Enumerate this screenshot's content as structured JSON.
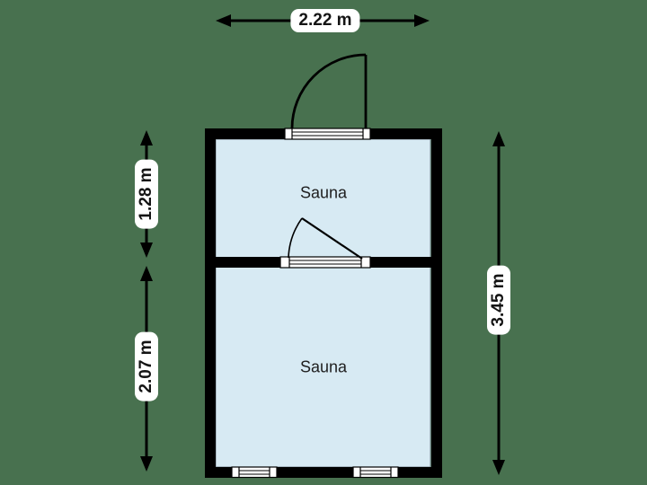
{
  "floorplan": {
    "rooms": [
      {
        "label": "Sauna",
        "position": "upper"
      },
      {
        "label": "Sauna",
        "position": "lower"
      }
    ],
    "dimensions": {
      "top_width": "2.22 m",
      "upper_left_height": "1.28 m",
      "lower_left_height": "2.07 m",
      "right_total_height": "3.45 m"
    },
    "features": [
      "entrance-door-top",
      "interior-door-middle",
      "window-bottom-left",
      "window-bottom-right"
    ],
    "colors": {
      "background": "#48714f",
      "room_fill": "#d7eaf3",
      "wall": "#000000",
      "dimension_label_bg": "#ffffff",
      "text": "#1a1a1a"
    }
  }
}
